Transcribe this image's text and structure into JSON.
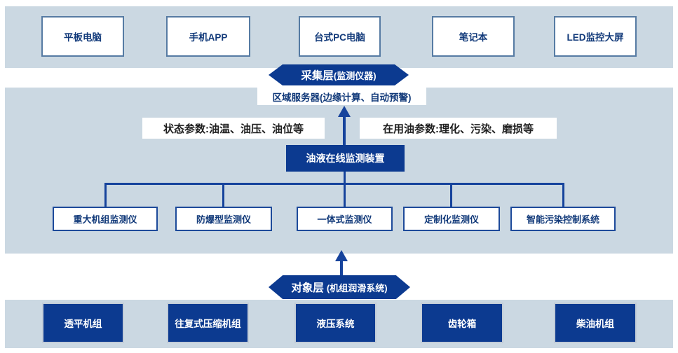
{
  "colors": {
    "band": "#cbd8e2",
    "navy_fill": "#0c3a90",
    "connector_line": "#16439c",
    "top_box_border": "#567ba3",
    "mid_box_border": "#1d4a9a",
    "bottom_box_border": "#c3cdd8",
    "box_text_navy": "#123a7a",
    "param_text": "#1f1f1f"
  },
  "display_layer": {
    "devices": [
      "平板电脑",
      "手机APP",
      "台式PC电脑",
      "笔记本",
      "LED监控大屏"
    ]
  },
  "collection_layer": {
    "main": "采集层",
    "sub": "(监测仪器)"
  },
  "regional_server": {
    "label": "区域服务器(边缘计算、自动预警)"
  },
  "parameters": {
    "status": "状态参数:油温、油压、油位等",
    "oil": "在用油参数:理化、污染、磨损等"
  },
  "monitor_device": {
    "label": "油液在线监测装置"
  },
  "monitors": [
    "重大机组监测仪",
    "防爆型监测仪",
    "一体式监测仪",
    "定制化监测仪",
    "智能污染控制系统"
  ],
  "object_layer": {
    "main": "对象层",
    "sub": "(机组润滑系统)"
  },
  "equipment": [
    "透平机组",
    "往复式压缩机组",
    "液压系统",
    "齿轮箱",
    "柴油机组"
  ]
}
